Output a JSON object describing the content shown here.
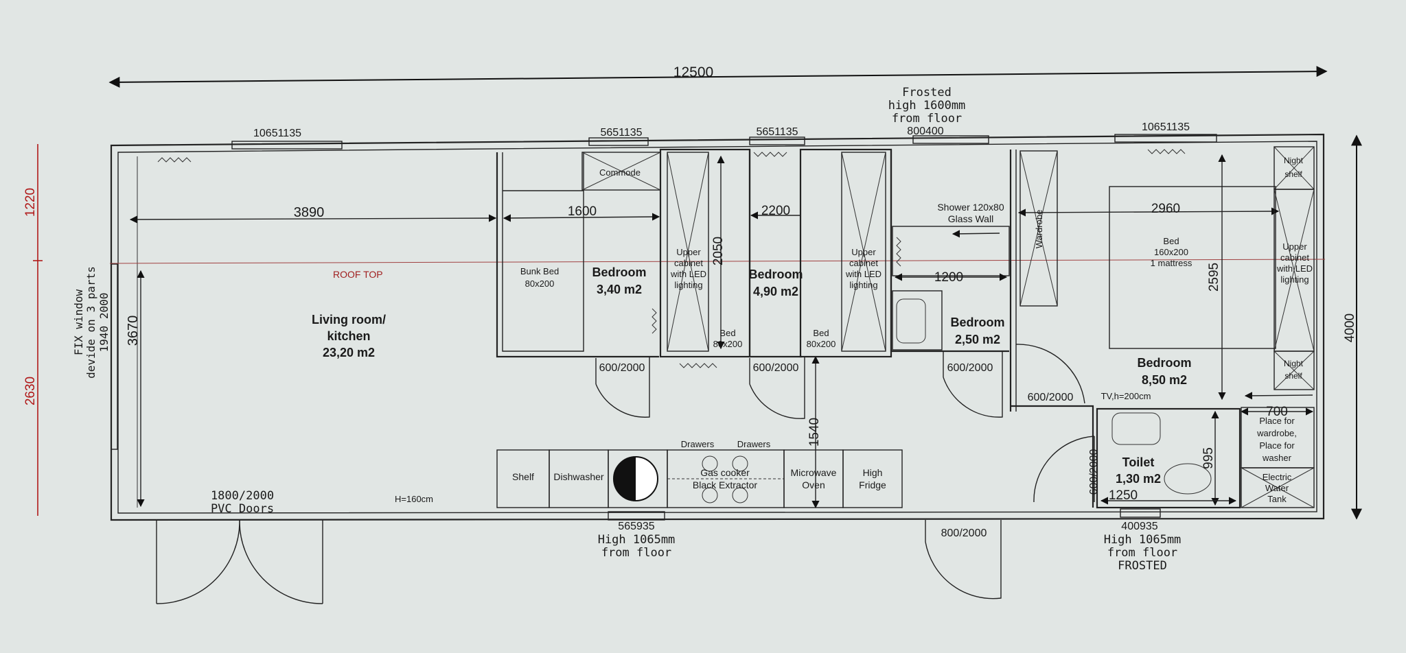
{
  "dimensions": {
    "overall_length": "12500",
    "overall_width": "4000",
    "left_upper": "1220",
    "left_lower": "2630",
    "living_length": "3890",
    "living_height": "3670",
    "bunk_width": "1600",
    "bed2_width": "2200",
    "cabinet_height": "2050",
    "shower_width": "1200",
    "master_width": "2960",
    "master_depth": "2595",
    "corridor": "1540",
    "tv_wall": "700",
    "toilet_width": "1250",
    "toilet_depth": "995"
  },
  "windows": {
    "w1": "10651135",
    "w2": "5651135",
    "w3": "5651135",
    "w4": "800400",
    "w5": "10651135",
    "bottom_kitchen": "565935",
    "bottom_toilet": "400935",
    "side": "1940 2000"
  },
  "notes": {
    "frosted_top": [
      "Frosted",
      "high 1600mm",
      "from floor"
    ],
    "kitchen_window": [
      "High 1065mm",
      "from floor"
    ],
    "toilet_window": [
      "High 1065mm",
      "from floor",
      "FROSTED"
    ],
    "fix_window": [
      "FIX window",
      "devide on 3 parts"
    ],
    "pvc_doors": [
      "1800/2000",
      "PVC Doors"
    ],
    "roof_top": "ROOF TOP",
    "h_label": "H=160cm",
    "tv_label": "TV,h=200cm"
  },
  "doors": {
    "bedroom1": "600/2000",
    "bedroom2": "600/2000",
    "bedroom3": "600/2000",
    "master": "600/2000",
    "toilet": "600/2000",
    "entrance": "800/2000"
  },
  "rooms": {
    "living": {
      "name": [
        "Living room/",
        "kitchen"
      ],
      "area": "23,20 m2"
    },
    "bedroom1": {
      "name": "Bedroom",
      "area": "3,40 m2"
    },
    "bedroom2": {
      "name": "Bedroom",
      "area": "4,90 m2"
    },
    "bedroom3": {
      "name": "Bedroom",
      "area": "2,50 m2"
    },
    "master": {
      "name": "Bedroom",
      "area": "8,50 m2"
    },
    "toilet": {
      "name": "Toilet",
      "area": "1,30 m2"
    }
  },
  "furniture": {
    "bunk_bed": [
      "Bunk Bed",
      "80x200"
    ],
    "commode": "Commode",
    "cabinet1": [
      "Upper",
      "cabinet",
      "with LED",
      "lighting"
    ],
    "cabinet2": [
      "Upper",
      "cabinet",
      "with LED",
      "lighting"
    ],
    "cabinet3": [
      "Upper",
      "cabinet",
      "with LED",
      "lighting"
    ],
    "bed_a": [
      "Bed",
      "80x200"
    ],
    "bed_b": [
      "Bed",
      "80x200"
    ],
    "shower": [
      "Shower 120x80",
      "Glass Wall"
    ],
    "wardrobe": "Wardrobe",
    "master_bed": [
      "Bed",
      "160x200",
      "1 mattress"
    ],
    "night_shelf_top": [
      "Night",
      "shelf"
    ],
    "night_shelf_bottom": [
      "Night",
      "shelf"
    ],
    "wardrobe_place": [
      "Place for",
      "wardrobe,",
      "Place for",
      "washer"
    ],
    "water_tank": [
      "Electric",
      "Water",
      "Tank"
    ]
  },
  "kitchen": {
    "shelf": "Shelf",
    "dishwasher": "Dishwasher",
    "drawers1": "Drawers",
    "drawers2": "Drawers",
    "cooker": [
      "Gas cooker",
      "Black Extractor"
    ],
    "microwave": [
      "Microwave",
      "Oven"
    ],
    "fridge": [
      "High",
      "Fridge"
    ]
  }
}
